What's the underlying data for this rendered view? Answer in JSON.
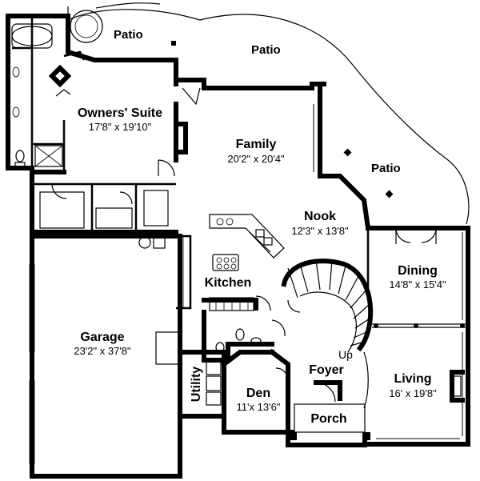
{
  "patios": [
    "Patio",
    "Patio",
    "Patio"
  ],
  "rooms": {
    "owners_suite": {
      "name": "Owners' Suite",
      "dim": "17'8\" x 19'10\""
    },
    "family": {
      "name": "Family",
      "dim": "20'2\" x 20'4\""
    },
    "nook": {
      "name": "Nook",
      "dim": "12'3\" x 13'8\""
    },
    "dining": {
      "name": "Dining",
      "dim": "14'8\" x 15'4\""
    },
    "kitchen": {
      "name": "Kitchen"
    },
    "garage": {
      "name": "Garage",
      "dim": "23'2\" x 37'8\""
    },
    "living": {
      "name": "Living",
      "dim": "16' x 19'8\""
    },
    "foyer": {
      "name": "Foyer"
    },
    "den": {
      "name": "Den",
      "dim": "11'x 13'6\""
    },
    "porch": {
      "name": "Porch"
    },
    "utility": {
      "name": "Utility"
    }
  },
  "stair_label": "Up"
}
